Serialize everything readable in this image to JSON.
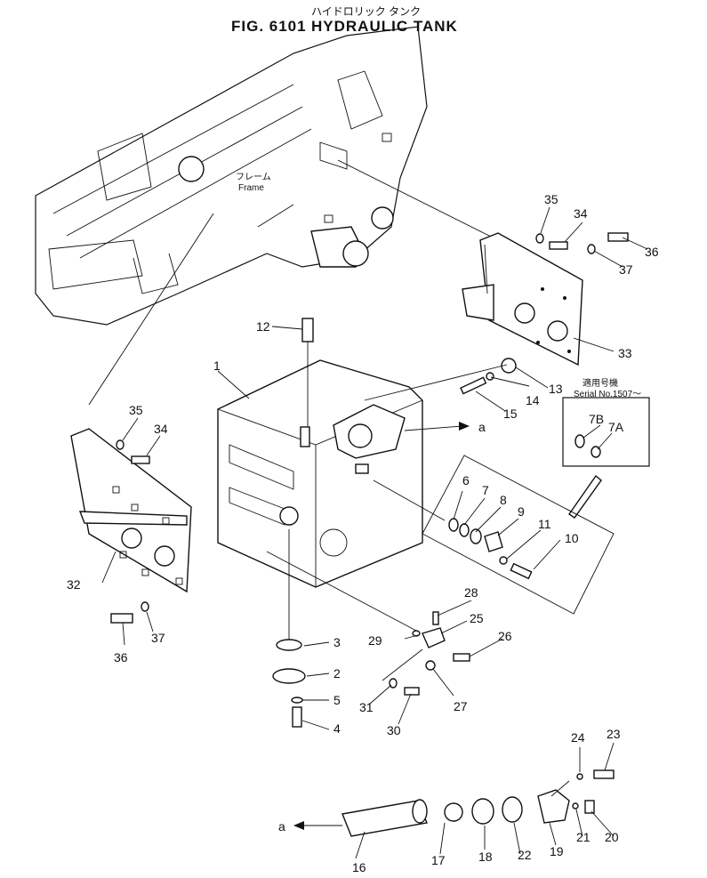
{
  "title": {
    "fig_number": "FIG. 6101",
    "name": "HYDRAULIC TANK",
    "name_jp": "ハイドロリック タンク"
  },
  "frame_label": {
    "jp": "フレーム",
    "en": "Frame"
  },
  "serial_note": {
    "jp": "適用号機",
    "en": "Serial No.1507～"
  },
  "callouts": [
    {
      "id": "c1",
      "text": "1"
    },
    {
      "id": "c2",
      "text": "2"
    },
    {
      "id": "c3",
      "text": "3"
    },
    {
      "id": "c4",
      "text": "4"
    },
    {
      "id": "c5",
      "text": "5"
    },
    {
      "id": "c6",
      "text": "6"
    },
    {
      "id": "c7",
      "text": "7"
    },
    {
      "id": "c8",
      "text": "8"
    },
    {
      "id": "c9",
      "text": "9"
    },
    {
      "id": "c10",
      "text": "10"
    },
    {
      "id": "c11",
      "text": "11"
    },
    {
      "id": "c12",
      "text": "12"
    },
    {
      "id": "c13",
      "text": "13"
    },
    {
      "id": "c14",
      "text": "14"
    },
    {
      "id": "c15",
      "text": "15"
    },
    {
      "id": "c16",
      "text": "16"
    },
    {
      "id": "c17",
      "text": "17"
    },
    {
      "id": "c18",
      "text": "18"
    },
    {
      "id": "c19",
      "text": "19"
    },
    {
      "id": "c20",
      "text": "20"
    },
    {
      "id": "c21",
      "text": "21"
    },
    {
      "id": "c22",
      "text": "22"
    },
    {
      "id": "c23",
      "text": "23"
    },
    {
      "id": "c24",
      "text": "24"
    },
    {
      "id": "c25",
      "text": "25"
    },
    {
      "id": "c26",
      "text": "26"
    },
    {
      "id": "c27",
      "text": "27"
    },
    {
      "id": "c28",
      "text": "28"
    },
    {
      "id": "c29",
      "text": "29"
    },
    {
      "id": "c30",
      "text": "30"
    },
    {
      "id": "c31",
      "text": "31"
    },
    {
      "id": "c32",
      "text": "32"
    },
    {
      "id": "c33",
      "text": "33"
    },
    {
      "id": "c34a",
      "text": "34"
    },
    {
      "id": "c34b",
      "text": "34"
    },
    {
      "id": "c35a",
      "text": "35"
    },
    {
      "id": "c35b",
      "text": "35"
    },
    {
      "id": "c36a",
      "text": "36"
    },
    {
      "id": "c36b",
      "text": "36"
    },
    {
      "id": "c37a",
      "text": "37"
    },
    {
      "id": "c37b",
      "text": "37"
    },
    {
      "id": "c7a",
      "text": "7A"
    },
    {
      "id": "c7b",
      "text": "7B"
    }
  ],
  "arrow_labels": {
    "top": "a",
    "bottom": "a"
  }
}
